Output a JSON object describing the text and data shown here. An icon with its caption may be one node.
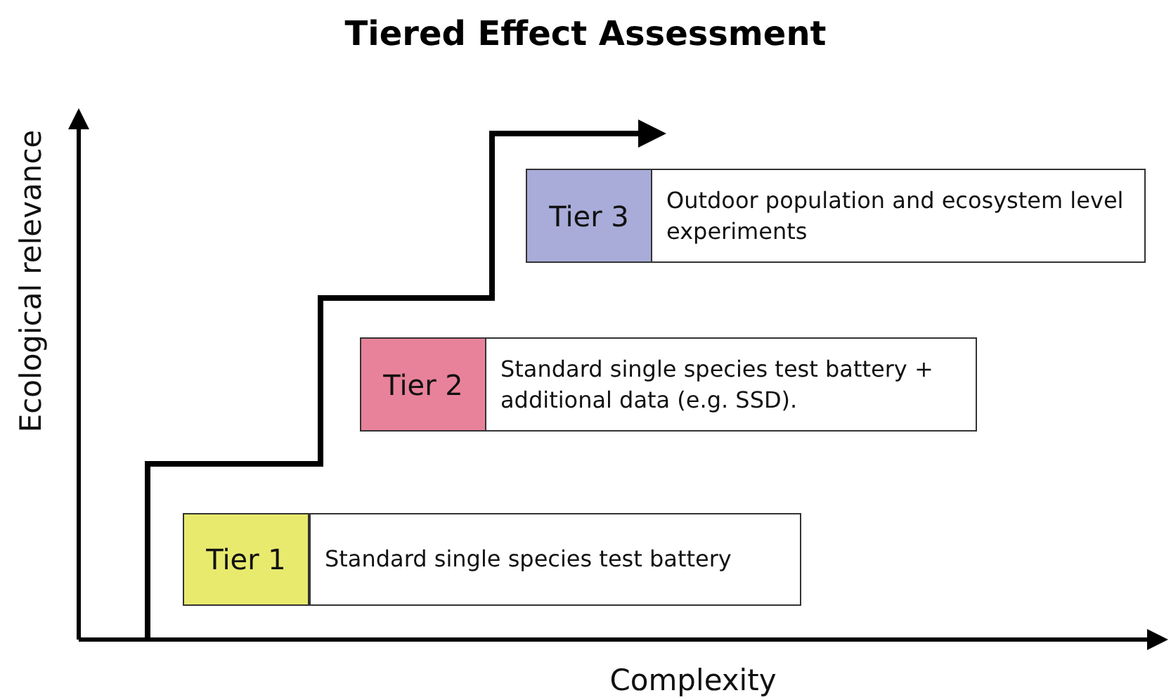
{
  "diagram": {
    "title": "Tiered Effect Assessment",
    "nodes": [
      {
        "text": [
          "Tier 1"
        ]
      },
      {
        "text": [
          "Standard single species test battery"
        ]
      },
      {
        "text": [
          "Tier 2"
        ]
      },
      {
        "text": [
          "Standard single species test battery + additional data (e.g. SSD)."
        ]
      },
      {
        "text": [
          "Tier 3"
        ]
      },
      {
        "text": [
          "Outdoor population and ecosystem level experiments"
        ]
      }
    ],
    "labels": [
      "Ecological relevance",
      "Complexity"
    ]
  }
}
